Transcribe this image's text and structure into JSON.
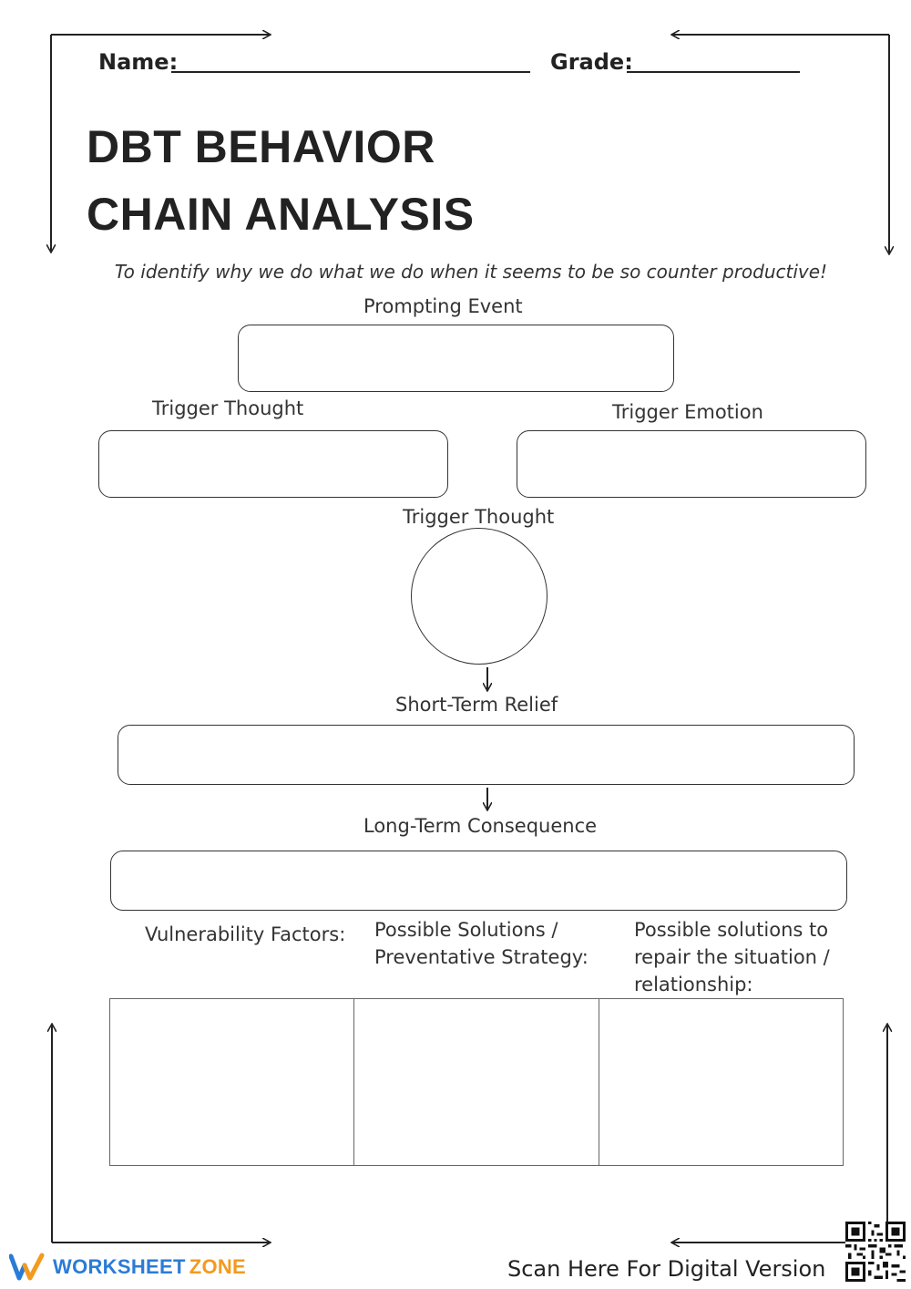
{
  "header": {
    "name_label": "Name:",
    "grade_label": "Grade:"
  },
  "title": {
    "line1": "DBT BEHAVIOR",
    "line2": "CHAIN ANALYSIS"
  },
  "subtitle": "To identify why we do what we do when it seems to be so counter productive!",
  "sections": {
    "prompting_event": "Prompting Event",
    "trigger_thought_left": "Trigger Thought",
    "trigger_emotion": "Trigger Emotion",
    "trigger_thought_center": "Trigger Thought",
    "short_term_relief": "Short-Term Relief",
    "long_term_consequence": "Long-Term Consequence"
  },
  "columns": {
    "col1": "Vulnerability Factors:",
    "col2_line1": "Possible Solutions /",
    "col2_line2": "Preventative Strategy:",
    "col3_line1": "Possible solutions to",
    "col3_line2": "repair the situation /",
    "col3_line3": "relationship:"
  },
  "footer": {
    "brand_part1": "WORKSHEET",
    "brand_part2": "ZONE",
    "scan_text": "Scan Here For Digital Version"
  },
  "colors": {
    "brand_blue": "#2b7bd6",
    "brand_orange": "#f39a1f",
    "ink": "#222222"
  },
  "icons": [
    "worksheet-zone-logo-icon",
    "qr-code-icon",
    "arrow-icon"
  ]
}
